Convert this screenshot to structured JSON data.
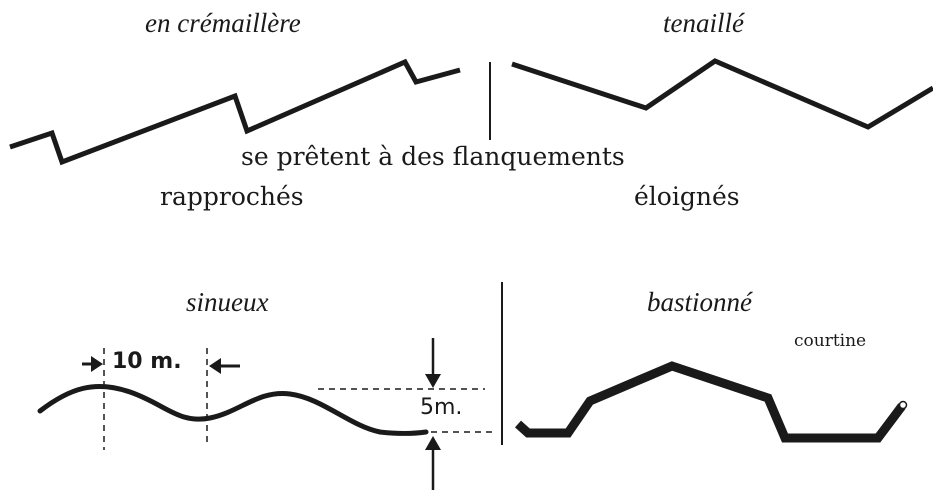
{
  "labels": {
    "cremaillere": "en crémaillère",
    "tenaille": "tenaillé",
    "se_pretent": "se prêtent à des flanquements",
    "rapproches": "rapprochés",
    "eloignes": "éloignés",
    "sinueux": "sinueux",
    "bastionne": "bastionné",
    "courtine": "courtine",
    "dim_10m": "10 m.",
    "dim_5m": "5m."
  },
  "colors": {
    "ink": "#1a1a1a",
    "background": "#ffffff"
  }
}
